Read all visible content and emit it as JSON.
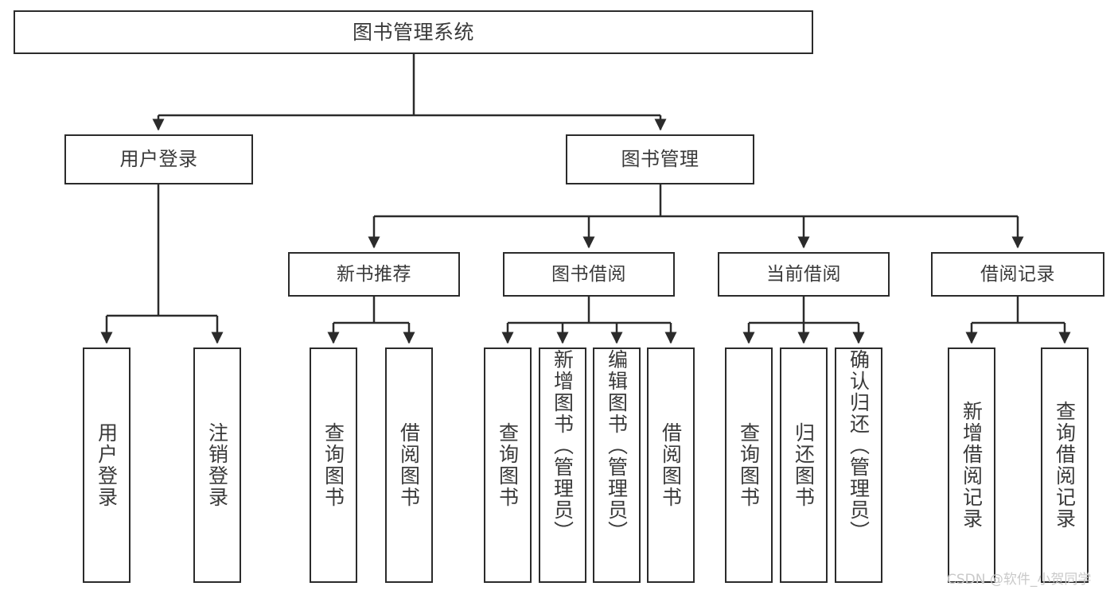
{
  "diagram": {
    "title": "图书管理系统",
    "type": "functional-structure-tree",
    "root": {
      "id": "root",
      "label": "图书管理系统"
    },
    "level2": [
      {
        "id": "user-login",
        "label": "用户登录"
      },
      {
        "id": "book-management",
        "label": "图书管理"
      }
    ],
    "level3": [
      {
        "id": "new-book-recommend",
        "label": "新书推荐",
        "parent": "book-management"
      },
      {
        "id": "book-borrow",
        "label": "图书借阅",
        "parent": "book-management"
      },
      {
        "id": "current-borrow",
        "label": "当前借阅",
        "parent": "book-management"
      },
      {
        "id": "borrow-record",
        "label": "借阅记录",
        "parent": "book-management"
      }
    ],
    "leaves": [
      {
        "id": "leaf-user-login",
        "label": "用户登录",
        "parent": "user-login"
      },
      {
        "id": "leaf-logout-login",
        "label": "注销登录",
        "parent": "user-login"
      },
      {
        "id": "leaf-query-book-rec",
        "label": "查询图书",
        "parent": "new-book-recommend"
      },
      {
        "id": "leaf-borrow-book-rec",
        "label": "借阅图书",
        "parent": "new-book-recommend"
      },
      {
        "id": "leaf-query-book-borrow",
        "label": "查询图书",
        "parent": "book-borrow"
      },
      {
        "id": "leaf-add-book",
        "label": "新增图书（管理员）",
        "parent": "book-borrow"
      },
      {
        "id": "leaf-edit-book",
        "label": "编辑图书（管理员）",
        "parent": "book-borrow"
      },
      {
        "id": "leaf-borrow-book",
        "label": "借阅图书",
        "parent": "book-borrow"
      },
      {
        "id": "leaf-query-book-current",
        "label": "查询图书",
        "parent": "current-borrow"
      },
      {
        "id": "leaf-return-book",
        "label": "归还图书",
        "parent": "current-borrow"
      },
      {
        "id": "leaf-confirm-return",
        "label": "确认归还（管理员）",
        "parent": "current-borrow"
      },
      {
        "id": "leaf-add-record",
        "label": "新增借阅记录",
        "parent": "borrow-record"
      },
      {
        "id": "leaf-query-record",
        "label": "查询借阅记录",
        "parent": "borrow-record"
      }
    ]
  },
  "watermark": {
    "text": "CSDN @软件_小贺同学"
  },
  "colors": {
    "stroke": "#2b2b2b",
    "text": "#3a3a3a",
    "background": "#ffffff",
    "watermark": "#c9c9c9"
  }
}
